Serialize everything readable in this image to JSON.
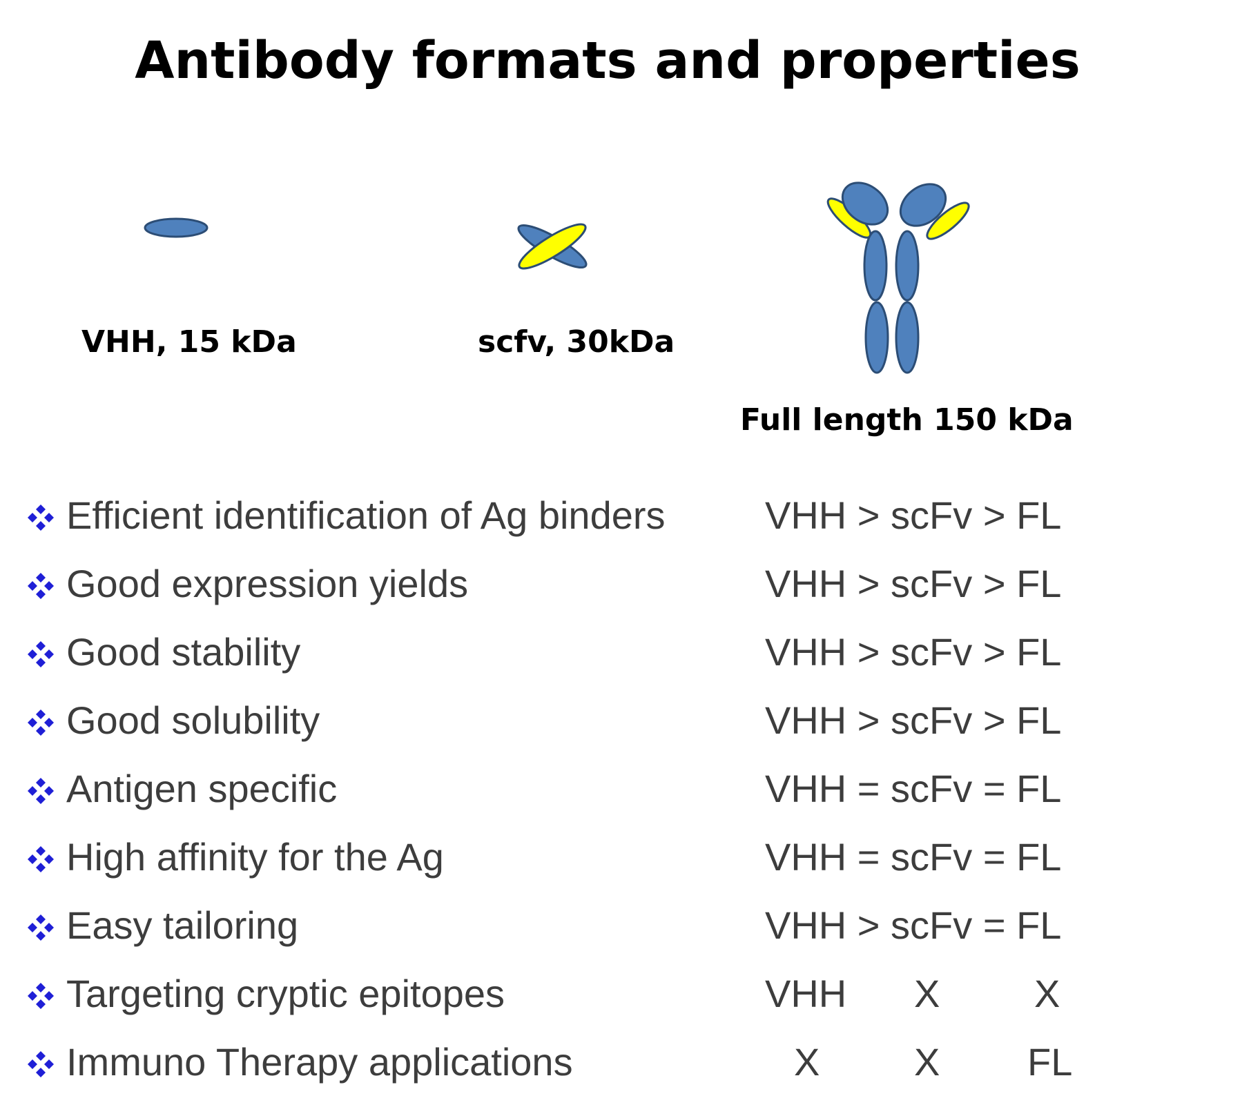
{
  "title": "Antibody formats and properties",
  "formats": {
    "vhh_label": "VHH, 15 kDa",
    "scfv_label": "scfv, 30kDa",
    "fl_label": "Full length 150 kDa"
  },
  "colors": {
    "domain_blue": "#4f81bd",
    "domain_stroke": "#2c4d75",
    "light_chain_yellow": "#ffff00",
    "bullet_blue": "#1f1fd6",
    "text_gray": "#3d3d3d"
  },
  "properties": [
    {
      "text": "Efficient identification of Ag binders",
      "comparison": "VHH > scFv > FL"
    },
    {
      "text": "Good expression  yields",
      "comparison": "VHH > scFv > FL"
    },
    {
      "text": "Good stability",
      "comparison": "VHH > scFv > FL"
    },
    {
      "text": "Good solubility",
      "comparison": "VHH > scFv > FL"
    },
    {
      "text": "Antigen specific",
      "comparison": "VHH = scFv = FL"
    },
    {
      "text": "High affinity for the Ag",
      "comparison": "VHH = scFv = FL"
    },
    {
      "text": "Easy tailoring",
      "comparison": "VHH > scFv = FL"
    },
    {
      "text": "Targeting cryptic epitopes",
      "cells": [
        "VHH",
        "X",
        "X"
      ]
    },
    {
      "text": "Immuno Therapy applications",
      "cells": [
        "X",
        "X",
        "FL"
      ]
    }
  ],
  "bullet_icon": "four-diamond-bullet-icon"
}
